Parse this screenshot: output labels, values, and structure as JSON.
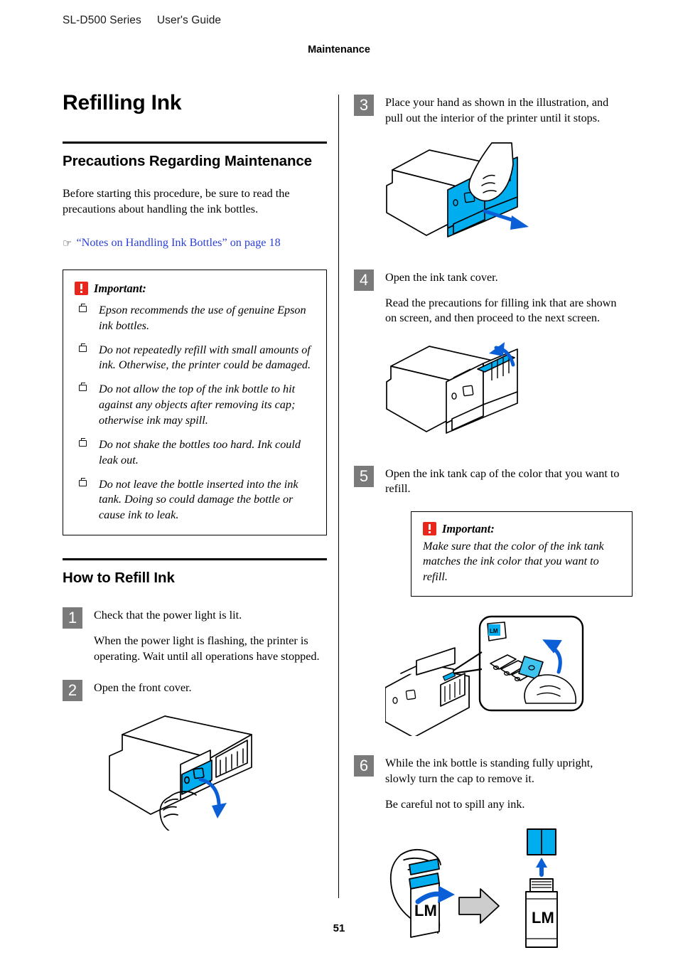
{
  "header": {
    "model": "SL-D500 Series",
    "guide": "User's Guide",
    "chapter": "Maintenance"
  },
  "footer": {
    "page_number": "51"
  },
  "colors": {
    "link": "#2b3fd6",
    "important_red": "#e8261c",
    "step_number_bg": "#7a7a7a",
    "illustration_cyan": "#00aeef",
    "illustration_arrow_blue": "#0b5fd6",
    "block_arrow_gray": "#cdcdcd"
  },
  "left_column": {
    "title": "Refilling Ink",
    "section_heading": "Precautions Regarding Maintenance",
    "intro": "Before starting this procedure, be sure to read the precautions about handling the ink bottles.",
    "cross_reference": {
      "icon": "pointing-hand-icon",
      "text": "“Notes on Handling Ink Bottles” on page 18"
    },
    "important": {
      "icon": "exclamation-icon",
      "label": "Important:",
      "items": [
        "Epson recommends the use of genuine Epson ink bottles.",
        "Do not repeatedly refill with small amounts of ink. Otherwise, the printer could be damaged.",
        "Do not allow the top of the ink bottle to hit against any objects after removing its cap; otherwise ink may spill.",
        "Do not shake the bottles too hard. Ink could leak out.",
        "Do not leave the bottle inserted into the ink tank. Doing so could damage the bottle or cause ink to leak."
      ]
    },
    "section_heading_2": "How to Refill Ink",
    "steps": [
      {
        "number": "1",
        "paragraphs": [
          "Check that the power light is lit.",
          "When the power light is flashing, the printer is operating. Wait until all operations have stopped."
        ]
      },
      {
        "number": "2",
        "paragraphs": [
          "Open the front cover."
        ],
        "figure": "printer-front-cover-open-illustration"
      }
    ]
  },
  "right_column": {
    "steps": [
      {
        "number": "3",
        "paragraphs": [
          "Place your hand as shown in the illustration, and pull out the interior of the printer until it stops."
        ],
        "figure": "printer-pull-out-interior-illustration"
      },
      {
        "number": "4",
        "paragraphs": [
          "Open the ink tank cover.",
          "Read the precautions for filling ink that are shown on screen, and then proceed to the next screen."
        ],
        "figure": "printer-ink-tank-cover-open-illustration"
      },
      {
        "number": "5",
        "paragraphs": [
          "Open the ink tank cap of the color that you want to refill."
        ],
        "important": {
          "icon": "exclamation-icon",
          "label": "Important:",
          "text": "Make sure that the color of the ink tank matches the ink color that you want to refill."
        },
        "figure": "ink-tank-cap-open-callout-illustration",
        "figure_label": "LM"
      },
      {
        "number": "6",
        "paragraphs": [
          "While the ink bottle is standing fully upright, slowly turn the cap to remove it.",
          "Be careful not to spill any ink."
        ],
        "figure": "ink-bottle-remove-cap-illustration",
        "figure_labels": [
          "LM",
          "LM"
        ]
      }
    ]
  }
}
